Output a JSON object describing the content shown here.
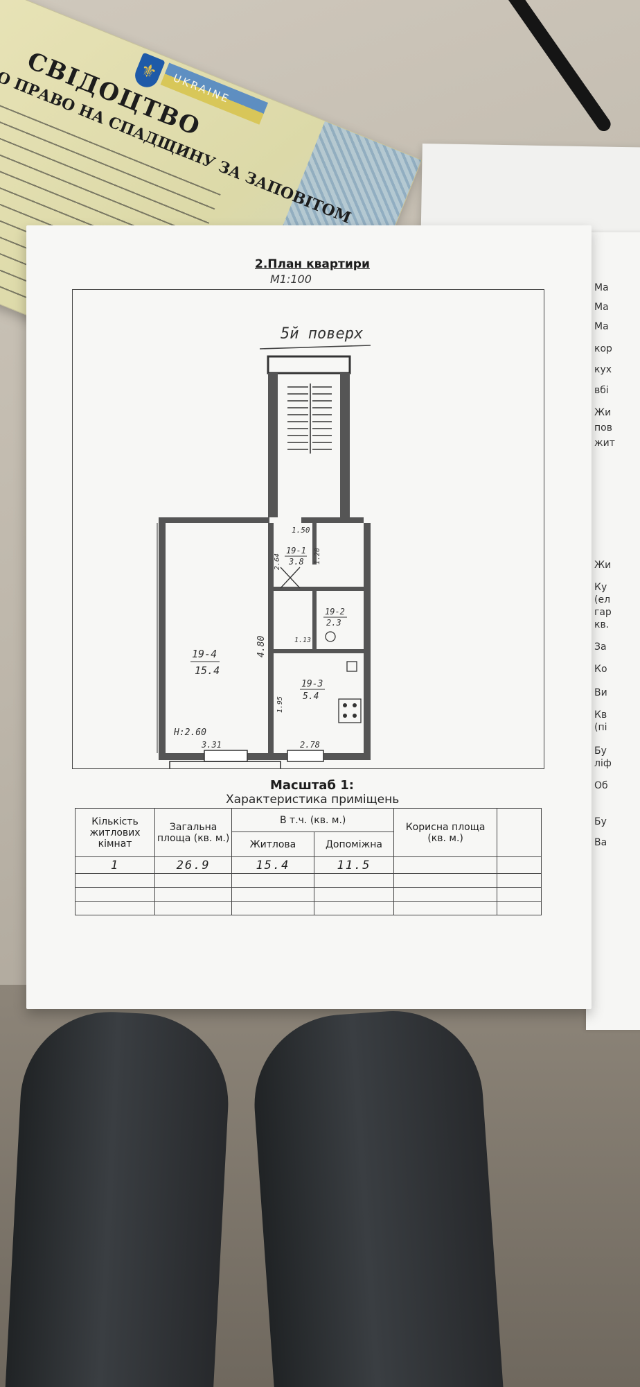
{
  "background_document": {
    "title": "СВІДОЦТВО",
    "subtitle": "ПРО ПРАВО НА СПАДЩИНУ ЗА ЗАПОВІТОМ",
    "flag_text": "UKRAINE"
  },
  "plan": {
    "title": "2.План квартири",
    "scale_note": "М1:100",
    "floor_label": "5й поверх",
    "rooms": [
      {
        "id": "19-4",
        "area": "15.4"
      },
      {
        "id": "19-1",
        "area": "3.8"
      },
      {
        "id": "19-2",
        "area": "2.3"
      },
      {
        "id": "19-3",
        "area": "5.4"
      }
    ],
    "dimensions": [
      "1.50",
      "2.64",
      "1.20",
      "4.80",
      "1.13",
      "1.95",
      "3.31",
      "2.78"
    ],
    "height_label": "Н:2.60"
  },
  "scale_heading": "Масштаб 1:",
  "table": {
    "caption": "Характеристика приміщень",
    "headers": {
      "rooms_count": "Кількість житлових кімнат",
      "total_area": "Загальна площа (кв. м.)",
      "including": "В т.ч. (кв. м.)",
      "living": "Житлова",
      "auxiliary": "Допоміжна",
      "useful_area": "Корисна площа (кв. м.)"
    },
    "row": {
      "rooms_count": "1",
      "total_area": "26.9",
      "living": "15.4",
      "auxiliary": "11.5"
    }
  },
  "side_page_letters": [
    "Ма",
    "Ма",
    "Ма",
    "кор",
    "кух",
    "вбі",
    "Жи",
    "пов",
    "жит",
    "Жи",
    "Ку",
    "(ел",
    "гар",
    "кв.",
    "За",
    "Ко",
    "Ви",
    "Кв",
    "(пі",
    "Бу",
    "ліф",
    "Об",
    "Бу",
    "Ва"
  ]
}
